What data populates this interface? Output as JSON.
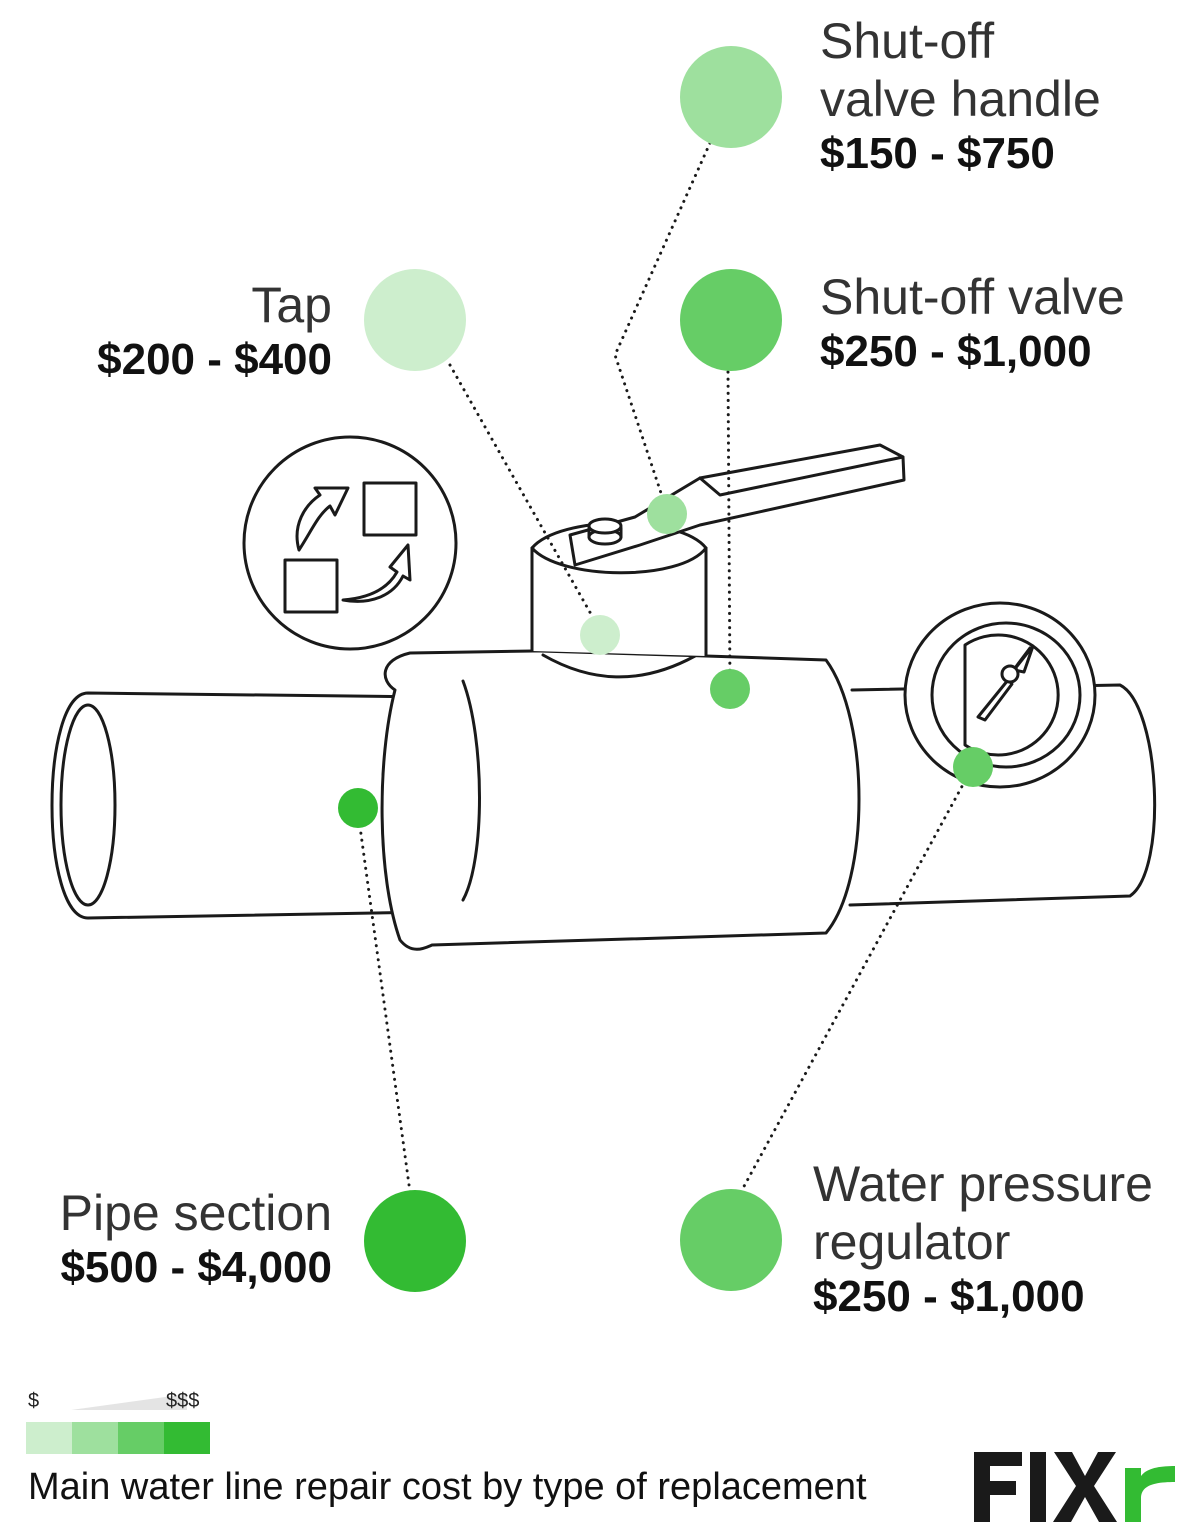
{
  "colors": {
    "tier1": "#cdeecd",
    "tier2": "#9ee09e",
    "tier3": "#66cd66",
    "tier4": "#33bb33",
    "line": "#1a1a1a",
    "logo_dark": "#1a1a1a",
    "logo_green": "#33bb33"
  },
  "callouts": {
    "handle": {
      "name_line1": "Shut-off",
      "name_line2": "valve handle",
      "price": "$150 - $750",
      "tier": "tier2"
    },
    "tap": {
      "name": "Tap",
      "price": "$200 - $400",
      "tier": "tier1"
    },
    "valve": {
      "name": "Shut-off valve",
      "price": "$250 - $1,000",
      "tier": "tier3"
    },
    "pipe": {
      "name": "Pipe section",
      "price": "$500 - $4,000",
      "tier": "tier4"
    },
    "regulator": {
      "name_line1": "Water pressure",
      "name_line2": "regulator",
      "price": "$250 - $1,000",
      "tier": "tier3"
    }
  },
  "legend": {
    "low_label": "$",
    "high_label": "$$$"
  },
  "footer": {
    "title": "Main water line repair cost by type of replacement"
  },
  "logo": {
    "text": "FIXr"
  },
  "icons": [
    "replacement-arrows-icon",
    "pressure-gauge-icon"
  ]
}
